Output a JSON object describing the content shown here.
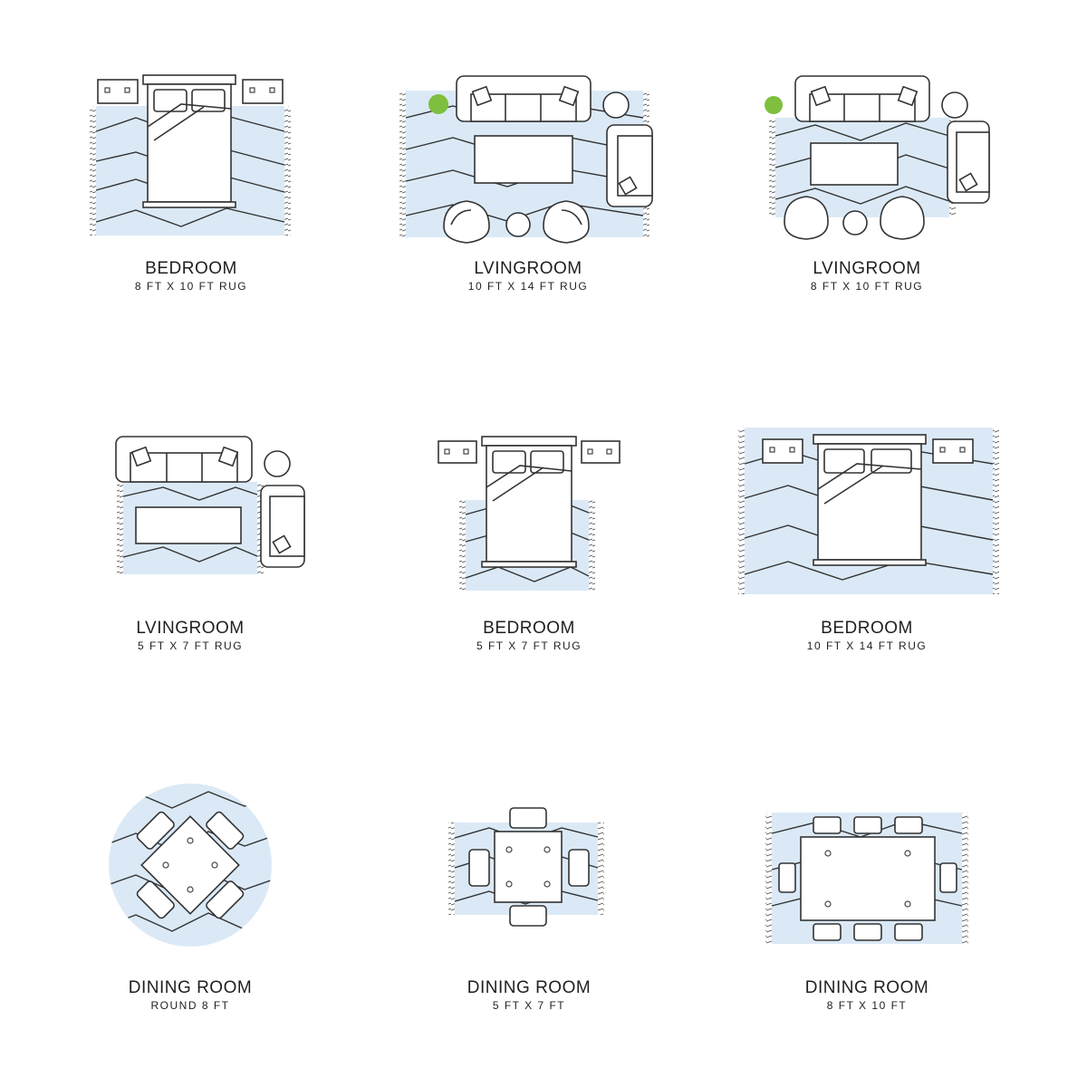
{
  "colors": {
    "rug": "#dbe9f6",
    "line": "#333333",
    "plant": "#7fbf3f"
  },
  "layouts": [
    {
      "title": "BEDROOM",
      "size": "8 FT X 10 FT RUG"
    },
    {
      "title": "LVINGROOM",
      "size": "10 FT X 14 FT RUG"
    },
    {
      "title": "LVINGROOM",
      "size": "8 FT X 10 FT RUG"
    },
    {
      "title": "LVINGROOM",
      "size": "5 FT X 7 FT RUG"
    },
    {
      "title": "BEDROOM",
      "size": "5 FT X 7 FT RUG"
    },
    {
      "title": "BEDROOM",
      "size": "10 FT X 14 FT RUG"
    },
    {
      "title": "DINING ROOM",
      "size": "ROUND 8 FT"
    },
    {
      "title": "DINING ROOM",
      "size": "5 FT X 7 FT"
    },
    {
      "title": "DINING ROOM",
      "size": "8 FT X 10 FT"
    }
  ]
}
